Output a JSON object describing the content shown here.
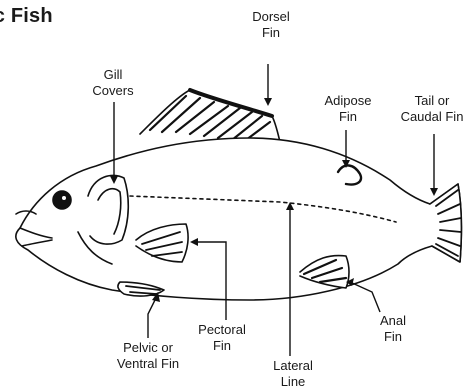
{
  "title": "ic Fish",
  "labels": {
    "dorsal": [
      "Dorsel",
      "Fin"
    ],
    "gill": [
      "Gill",
      "Covers"
    ],
    "adipose": [
      "Adipose",
      "Fin"
    ],
    "tail": [
      "Tail or",
      "Caudal Fin"
    ],
    "pectoral": [
      "Pectoral",
      "Fin"
    ],
    "anal": [
      "Anal",
      "Fin"
    ],
    "pelvic": [
      "Pelvic or",
      "Ventral Fin"
    ],
    "lateral": [
      "Lateral",
      "Line"
    ]
  }
}
